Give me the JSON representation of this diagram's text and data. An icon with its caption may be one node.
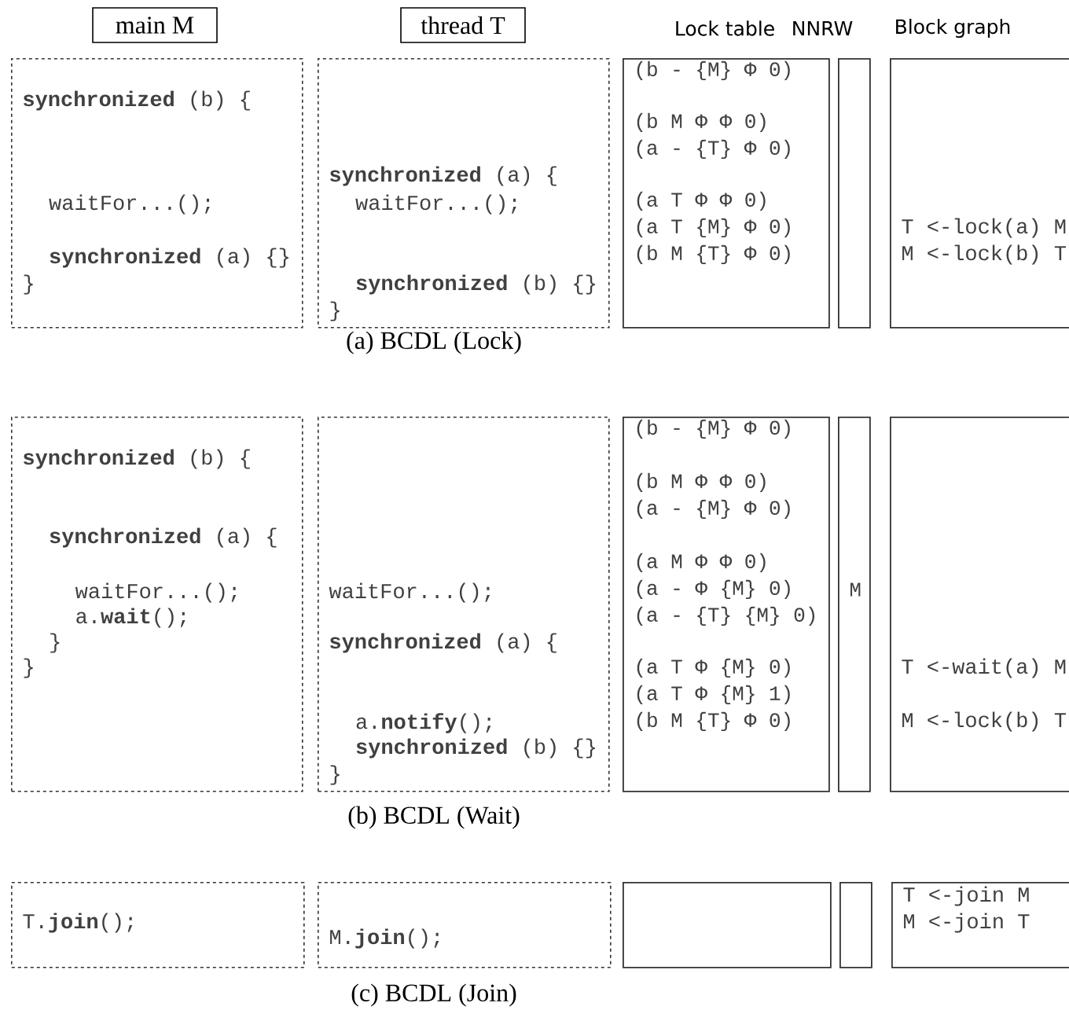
{
  "diagram": {
    "nodes": [
      {
        "text": [
          "main M"
        ]
      },
      {
        "text": [
          "thread T"
        ]
      },
      {
        "text": [
          "**synchronized** (b) {",
          "waitFor...();",
          "**synchronized** (a) {}",
          "}"
        ]
      },
      {
        "text": [
          "**synchronized** (a) {",
          "waitFor...();",
          "**synchronized** (b) {}",
          "}"
        ]
      },
      {
        "text": [
          "(b - {M} Φ 0)",
          "(b M Φ Φ 0)",
          "(a - {T} Φ 0)",
          "(a T Φ Φ 0)",
          "(a T {M} Φ 0)",
          "(b M {T} Φ 0)"
        ]
      },
      {
        "text": [],
        "shape": "box"
      },
      {
        "text": [
          "T <-lock(a) M",
          "M <-lock(b) T"
        ]
      },
      {
        "text": [
          "**synchronized** (b) {",
          "**synchronized** (a) {",
          "waitFor...();",
          "a.**wait**();",
          "}",
          "}"
        ]
      },
      {
        "text": [
          "waitFor...();",
          "**synchronized** (a) {",
          "a.**notify**();",
          "**synchronized** (b) {}",
          "}"
        ]
      },
      {
        "text": [
          "(b - {M} Φ 0)",
          "(b M Φ Φ 0)",
          "(a - {M} Φ 0)",
          "(a M Φ Φ 0)",
          "(a - Φ {M} 0)",
          "(a - {T} {M} 0)",
          "(a T Φ {M} 0)",
          "(a T Φ {M} 1)",
          "(b M {T} Φ 0)"
        ]
      },
      {
        "text": [
          "M"
        ]
      },
      {
        "text": [
          "T <-wait(a) M",
          "M <-lock(b) T"
        ]
      },
      {
        "text": [
          "T.**join**();"
        ]
      },
      {
        "text": [
          "M.**join**();"
        ]
      },
      {
        "text": [],
        "shape": "box"
      },
      {
        "text": [],
        "shape": "box"
      },
      {
        "text": [
          "T <-join M",
          "M <-join T"
        ]
      }
    ],
    "labels": [
      "Lock table",
      "NNRW",
      "Block graph",
      "(a) BCDL (Lock)",
      "(b) BCDL (Wait)",
      "(c) BCDL (Join)"
    ]
  }
}
